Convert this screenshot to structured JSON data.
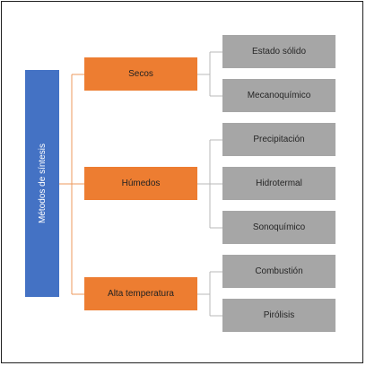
{
  "diagram": {
    "root": "Métodos de síntesis",
    "categories": [
      {
        "label": "Secos",
        "children": [
          "Estado sólido",
          "Mecanoquímico"
        ]
      },
      {
        "label": "Húmedos",
        "children": [
          "Precipitación",
          "Hidrotermal",
          "Sonoquímico"
        ]
      },
      {
        "label": "Alta temperatura",
        "children": [
          "Combustión",
          "Pirólisis"
        ]
      }
    ]
  },
  "colors": {
    "root": "#4472c4",
    "category": "#ed7d31",
    "leaf": "#a6a6a6",
    "connector": "#ed9a5c"
  }
}
